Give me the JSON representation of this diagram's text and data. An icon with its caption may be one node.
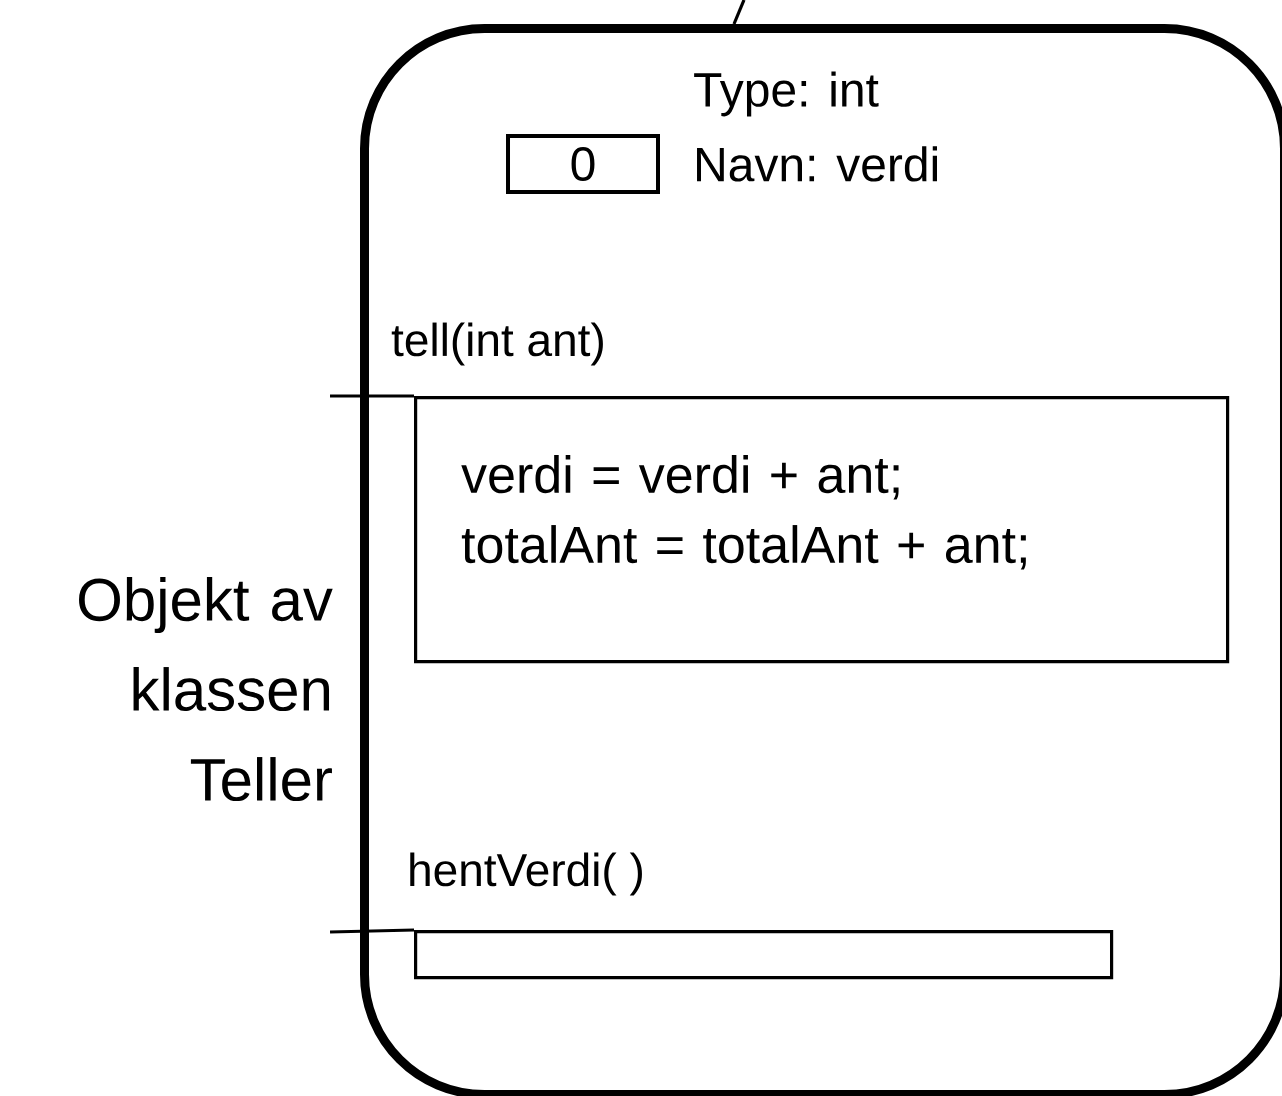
{
  "diagram": {
    "nodes": [
      {
        "text": [],
        "shape": "box",
        "beside": [
          "Objekt av klassen Teller"
        ]
      },
      {
        "text": [
          "0"
        ],
        "in": 0,
        "beside": [
          "Type: int",
          "Navn: verdi"
        ]
      },
      {
        "text": [
          "tell(int ant)",
          "verdi = verdi + ant; totalAnt =  totalAnt + ant;"
        ],
        "in": 0
      },
      {
        "text": [
          "hentVerdi( )"
        ],
        "in": 0
      }
    ],
    "edges": [
      {
        "from": null,
        "to": 0,
        "arrow": "none"
      },
      {
        "from": null,
        "to": 2,
        "arrow": "none"
      },
      {
        "from": null,
        "to": 3,
        "arrow": "none"
      }
    ]
  }
}
